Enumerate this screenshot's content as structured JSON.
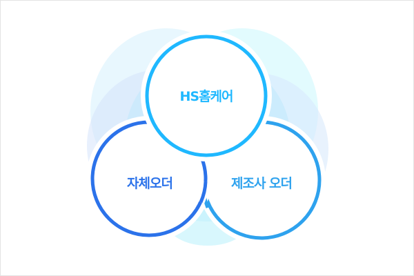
{
  "diagram": {
    "circles": [
      {
        "label": "HS홈케어",
        "color": "#1fb8ff"
      },
      {
        "label": "자체오더",
        "color": "#2b72ea"
      },
      {
        "label": "제조사 오더",
        "color": "#2ea2ee"
      }
    ],
    "background_color": "#ffffff"
  }
}
